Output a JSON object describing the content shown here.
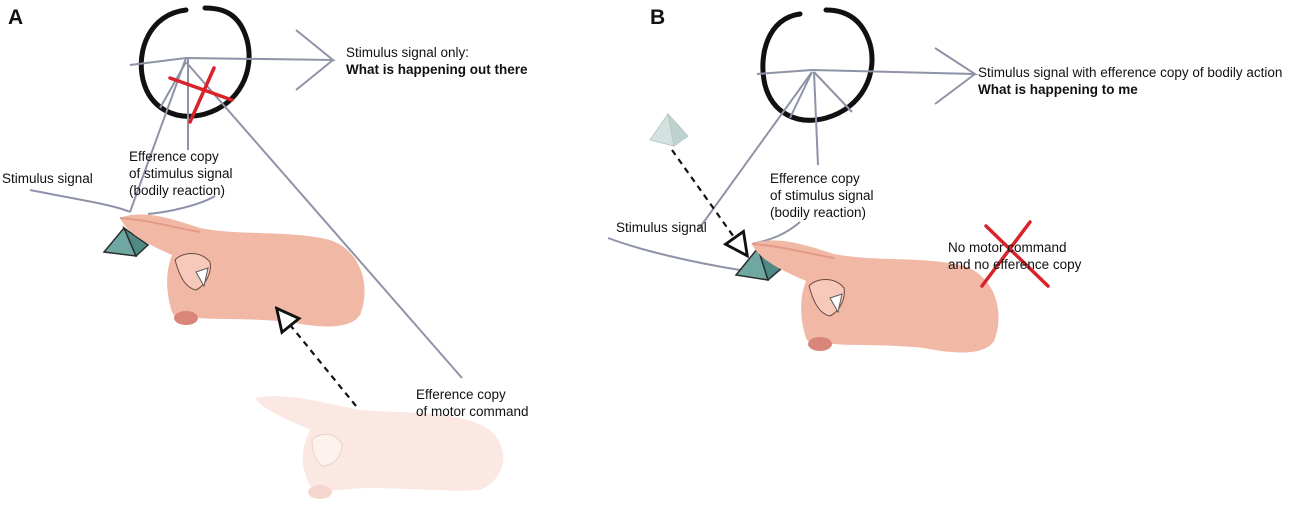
{
  "panels": [
    {
      "letter": "A",
      "labels": {
        "top_right_line1": "Stimulus signal only:",
        "top_right_line2": "What is happening out there",
        "efference_line1": "Efference copy",
        "efference_line2": "of stimulus signal",
        "efference_line3": "(bodily reaction)",
        "stimulus": "Stimulus signal",
        "motor_line1": "Efference copy",
        "motor_line2": "of motor command"
      }
    },
    {
      "letter": "B",
      "labels": {
        "top_right_line1": "Stimulus signal with efference copy of bodily action",
        "top_right_line2": "What is happening to me",
        "efference_line1": "Efference copy",
        "efference_line2": "of stimulus signal",
        "efference_line3": "(bodily reaction)",
        "stimulus": "Stimulus signal",
        "no_motor_line1": "No motor command",
        "no_motor_line2": "and no efference copy"
      }
    }
  ],
  "colors": {
    "circle": "#111111",
    "arrow_lines": "#8f93a8",
    "cross": "#d9232a",
    "hand_fill": "#f2b8a6",
    "hand_shadow": "#e59a86",
    "pyramid": "#6fa8a3",
    "pyramid_faded": "#d3e2df",
    "hand_faded": "#fbe6df"
  }
}
